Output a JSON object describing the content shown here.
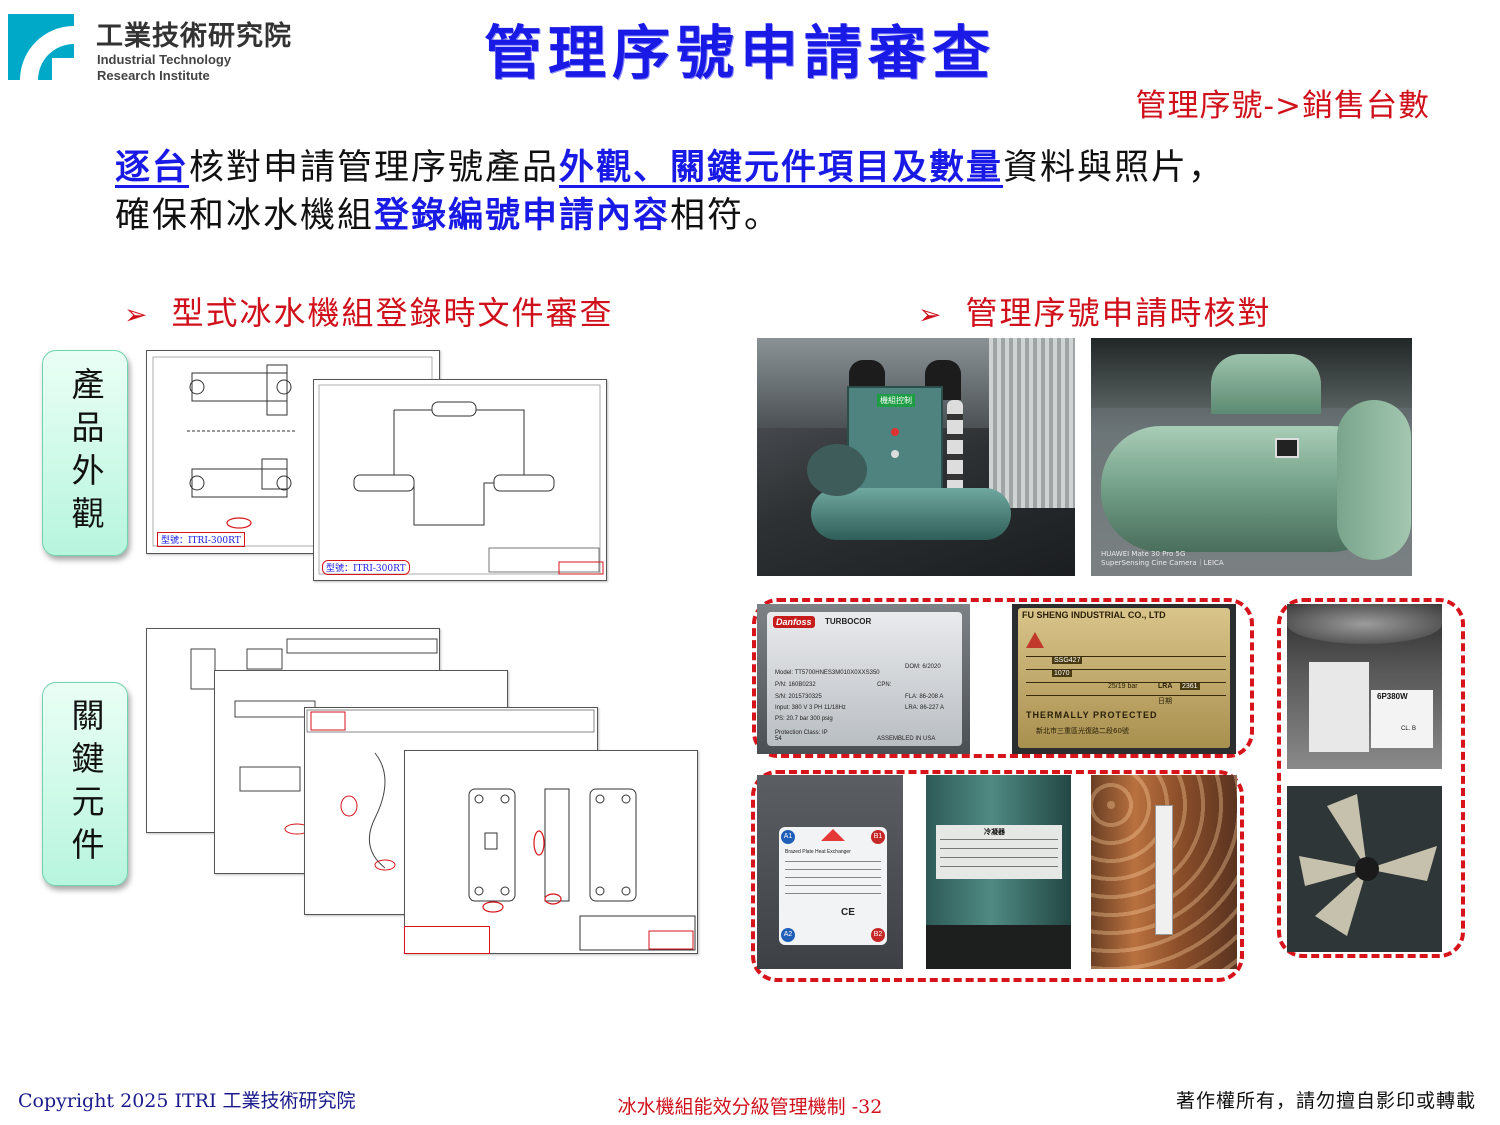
{
  "logo": {
    "zh": "工業技術研究院",
    "en_line1": "Industrial Technology",
    "en_line2": "Research Institute",
    "color": "#00a9c8"
  },
  "title": "管理序號申請審查",
  "subtitle": "管理序號->銷售台數",
  "intro": {
    "p1": "逐台",
    "p2": "核對申請管理序號產品",
    "p3": "外觀、關鍵元件項目及數量",
    "p4": "資料與照片，",
    "p5": "確保和冰水機組",
    "p6": "登錄編號申請內容",
    "p7": "相符。"
  },
  "sections": {
    "left": {
      "arrow": "➢",
      "label": "型式冰水機組登錄時文件審查"
    },
    "right": {
      "arrow": "➢",
      "label": "管理序號申請時核對"
    }
  },
  "labels": {
    "appearance": "產品外觀",
    "components": "關鍵元件"
  },
  "drawings": {
    "d1_stamp": "型號：ITRI-300RT",
    "d2_stamp": "型號：ITRI-300RT"
  },
  "photos": {
    "machine1_panel": "機組控制",
    "machine2_caption_1": "HUAWEI Mate 30 Pro 5G",
    "machine2_caption_2": "SuperSensing Cine Camera｜LEICA",
    "plate1_brand": "Danfoss",
    "plate1_sub": "TURBOCOR",
    "plate1_model": "Model: TT5700HNES3M010X0XXS350",
    "plate1_dom": "DOM: 6/2020",
    "plate1_pn": "P/N: 160B0232",
    "plate1_cpn": "CPN:",
    "plate1_sn": "S/N: 2015730325",
    "plate1_fla": "FLA: 86-208 A",
    "plate1_input": "Input: 380 V 3 PH 11/18Hz",
    "plate1_lra": "LRA: 86-227 A",
    "plate1_ps": "PS: 20.7 bar 300 psig",
    "plate1_protection": "Protection Class: IP 54",
    "plate1_assembled": "ASSEMBLED IN USA",
    "plate2_brand": "FU SHENG INDUSTRIAL CO., LTD",
    "plate2_tp": "THERMALLY PROTECTED",
    "plate2_r1": "SSG427",
    "plate2_r2": "1070",
    "plate2_r3": "25/19 bar",
    "plate2_r4": "2361",
    "plate2_lra": "LRA",
    "plate2_date": "日期",
    "plate2_addr": "新北市三重區光復路二段60號",
    "fan_label": "6P380W",
    "fan_class": "CL. B",
    "hx_a1": "A1",
    "hx_b1": "B1",
    "hx_a2": "A2",
    "hx_b2": "B2",
    "hx_title": "Brazed Plate Heat Exchanger",
    "hx_ce": "CE",
    "cond_title": "冷凝器"
  },
  "footer": {
    "left": "Copyright 2025 ITRI 工業技術研究院",
    "center": "冰水機組能效分級管理機制 -32",
    "right": "著作權所有，請勿擅自影印或轉載"
  },
  "colors": {
    "title": "#1a1ae6",
    "accent_red": "#d0101b",
    "label_bg": "#b7f5de"
  }
}
